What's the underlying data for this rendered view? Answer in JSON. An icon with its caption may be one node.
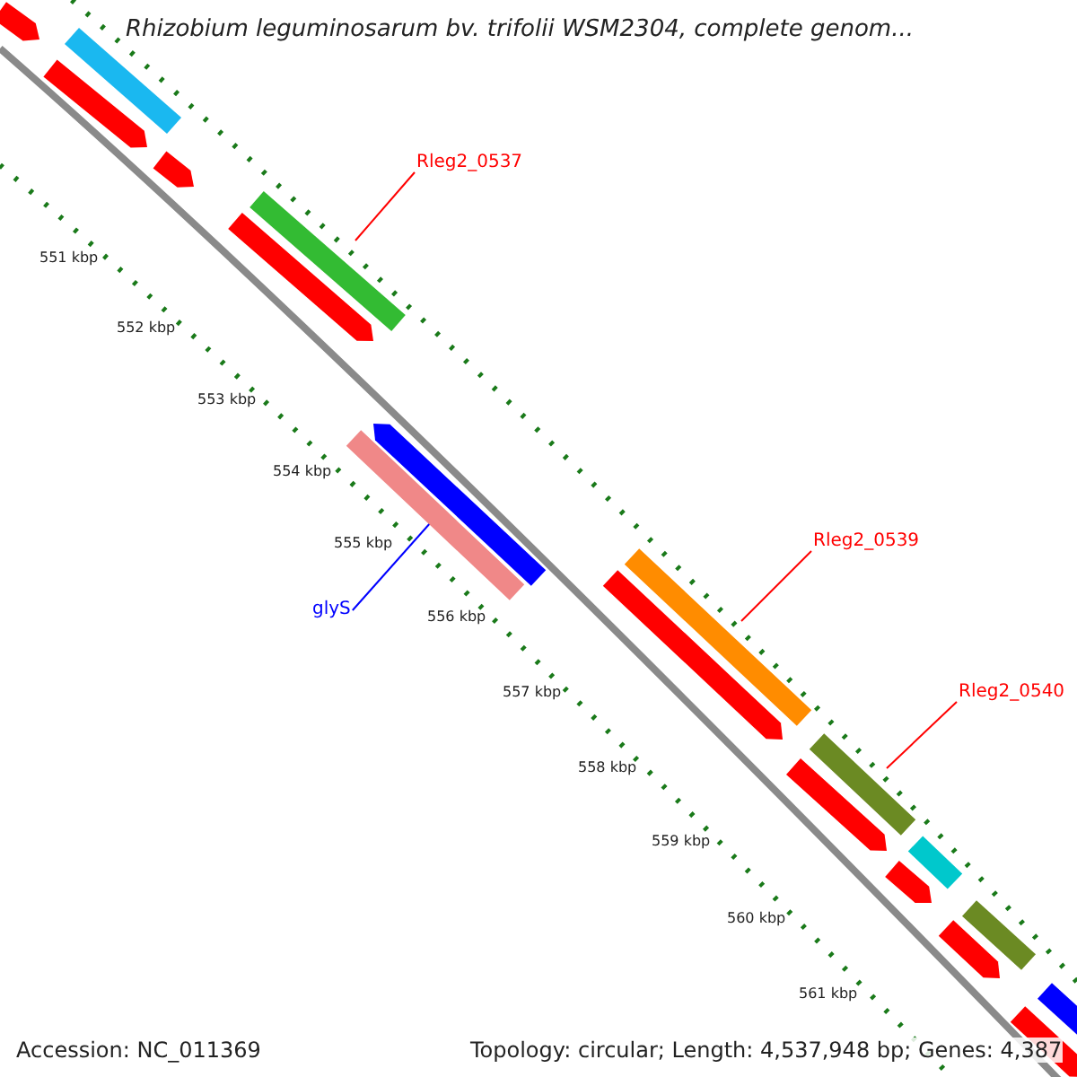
{
  "diagram": {
    "title": "Rhizobium leguminosarum bv. trifolii WSM2304, complete genom...",
    "nodes": [
      {
        "text": [
          "Rleg2_0537"
        ]
      },
      {
        "text": [],
        "shape": "bar"
      },
      {
        "text": [
          "glyS"
        ]
      },
      {
        "text": [],
        "shape": "bar"
      },
      {
        "text": [
          "Rleg2_0539"
        ]
      },
      {
        "text": [],
        "shape": "bar"
      },
      {
        "text": [
          "Rleg2_0540"
        ]
      },
      {
        "text": [],
        "shape": "bar"
      }
    ],
    "edges": [
      {
        "from": 0,
        "to": 1,
        "arrow": "none"
      },
      {
        "from": 2,
        "to": 3,
        "arrow": "none",
        "color": "#0000ff"
      },
      {
        "from": 4,
        "to": 5,
        "arrow": "none"
      },
      {
        "from": 6,
        "to": 7,
        "arrow": "none"
      }
    ],
    "labels": [
      "551 kbp",
      "552 kbp",
      "553 kbp",
      "554 kbp",
      "555 kbp",
      "556 kbp",
      "557 kbp",
      "558 kbp",
      "559 kbp",
      "560 kbp",
      "561 kbp",
      "Accession: NC_011369",
      "Topology: circular; Length: 4,537,948 bp; Genes: 4,387"
    ]
  }
}
